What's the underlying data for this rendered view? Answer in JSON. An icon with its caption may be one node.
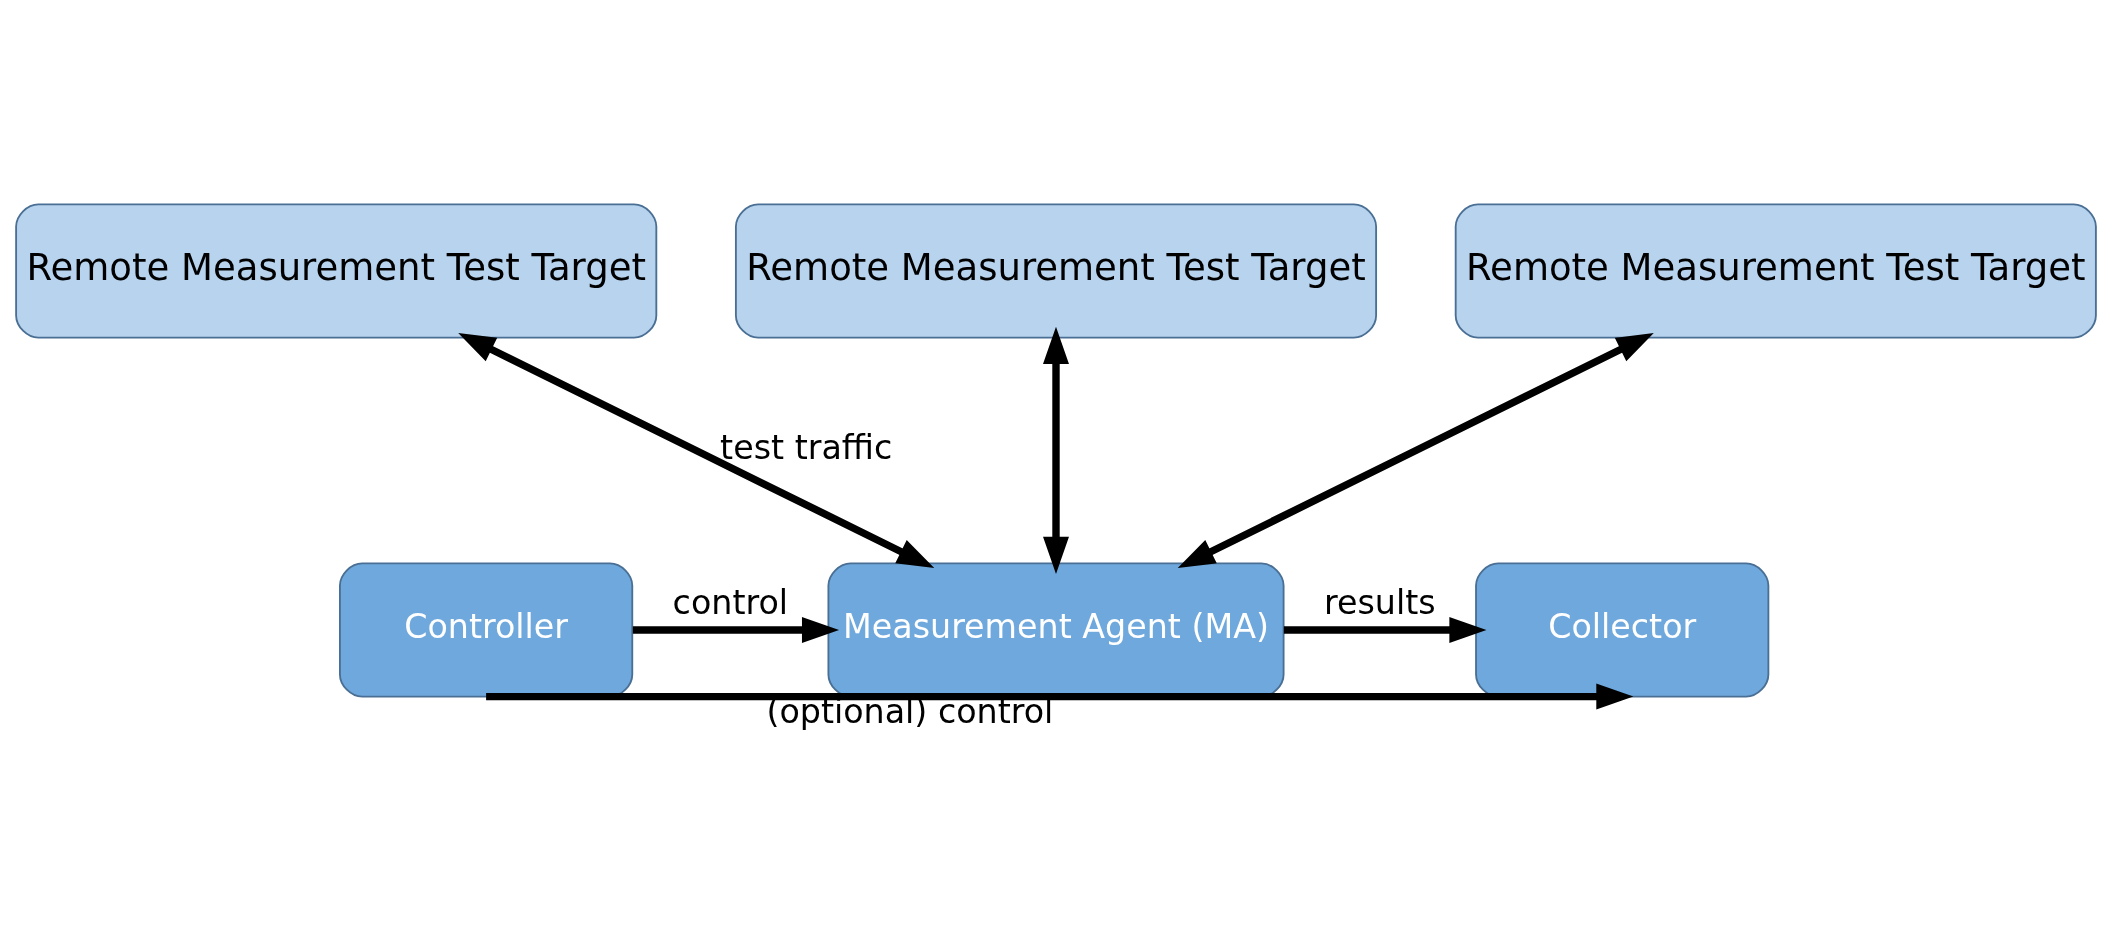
{
  "diagram": {
    "nodes": [
      {
        "text": [
          "Remote Measurement Test Target"
        ]
      },
      {
        "text": [
          "Remote Measurement Test Target"
        ]
      },
      {
        "text": [
          "Remote Measurement Test Target"
        ]
      },
      {
        "text": [
          "Controller"
        ]
      },
      {
        "text": [
          "Measurement Agent (MA)"
        ]
      },
      {
        "text": [
          "Collector"
        ]
      }
    ],
    "edges": [
      {
        "from": 4,
        "to": 0,
        "arrow": "both",
        "label": "test traffic"
      },
      {
        "from": 4,
        "to": 1,
        "arrow": "both"
      },
      {
        "from": 4,
        "to": 2,
        "arrow": "both"
      },
      {
        "from": 3,
        "to": 4,
        "arrow": "to",
        "label": "control"
      },
      {
        "from": 4,
        "to": 5,
        "arrow": "to",
        "label": "results"
      },
      {
        "from": 3,
        "to": 5,
        "arrow": "to",
        "label": "(optional) control"
      }
    ]
  }
}
